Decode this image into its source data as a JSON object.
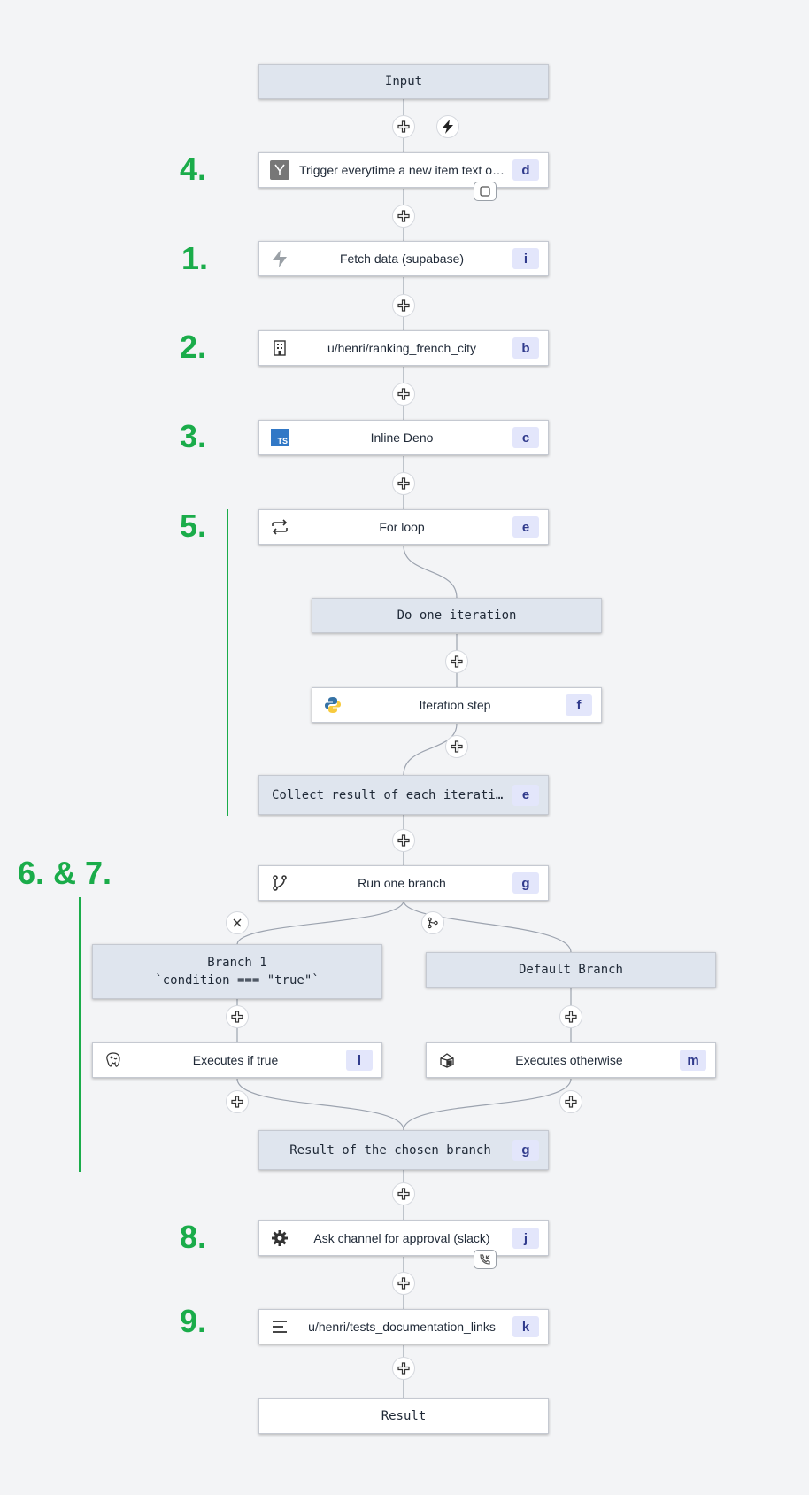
{
  "nodes": {
    "input": {
      "label": "Input"
    },
    "trigger": {
      "label": "Trigger everytime a new item text o…",
      "id": "d"
    },
    "fetch": {
      "label": "Fetch data (supabase)",
      "id": "i"
    },
    "ranking": {
      "label": "u/henri/ranking_french_city",
      "id": "b"
    },
    "deno": {
      "label": "Inline Deno",
      "id": "c",
      "icon_text": "TS"
    },
    "forloop": {
      "label": "For loop",
      "id": "e"
    },
    "do_iter": {
      "label": "Do one iteration"
    },
    "iter_step": {
      "label": "Iteration step",
      "id": "f"
    },
    "collect": {
      "label": "Collect result of each iteration",
      "id": "e"
    },
    "run_branch": {
      "label": "Run one branch",
      "id": "g"
    },
    "branch1": {
      "line1": "Branch 1",
      "line2": "`condition === \"true\"`"
    },
    "default_branch": {
      "label": "Default Branch"
    },
    "exec_true": {
      "label": "Executes if true",
      "id": "l"
    },
    "exec_other": {
      "label": "Executes otherwise",
      "id": "m"
    },
    "result_branch": {
      "label": "Result of the chosen branch",
      "id": "g"
    },
    "approval": {
      "label": "Ask channel for approval (slack)",
      "id": "j"
    },
    "tests": {
      "label": "u/henri/tests_documentation_links",
      "id": "k"
    },
    "result": {
      "label": "Result"
    }
  },
  "annotations": {
    "n4": "4.",
    "n1": "1.",
    "n2": "2.",
    "n3": "3.",
    "n5": "5.",
    "n67": "6. & 7.",
    "n8": "8.",
    "n9": "9."
  },
  "icons": {
    "trigger": "y-logo-icon",
    "fetch": "supabase-bolt-icon",
    "ranking": "building-icon",
    "deno": "typescript-icon",
    "forloop": "repeat-icon",
    "iter_step": "python-icon",
    "run_branch": "git-branch-icon",
    "exec_true": "postgres-elephant-icon",
    "exec_other": "bun-icon",
    "approval": "gear-icon",
    "tests": "align-left-icon",
    "schedule": "lightning-icon",
    "remove_branch": "close-icon",
    "add_branch": "git-merge-icon",
    "trigger_extra": "square-icon",
    "approval_extra": "phone-incoming-icon",
    "add_step": "plus-icon"
  },
  "colors": {
    "annotation": "#1aac4a",
    "id_badge_bg": "#e3e6fb",
    "id_badge_text": "#303a8c",
    "group_node_bg": "#dfe5ee",
    "step_node_bg": "#ffffff",
    "background": "#f3f4f6"
  }
}
